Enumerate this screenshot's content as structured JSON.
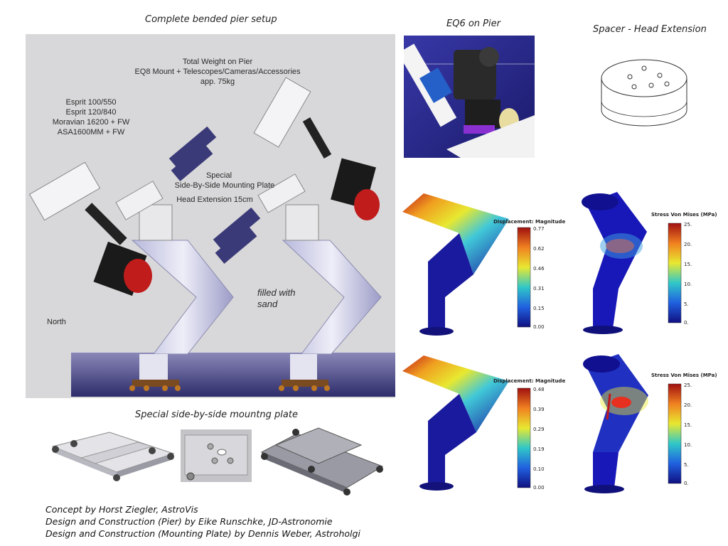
{
  "captions": {
    "main": "Complete bended pier setup",
    "eq6": "EQ6 on Pier",
    "spacer": "Spacer - Head Extension",
    "plate": "Special side-by-side mountng plate"
  },
  "main_labels": {
    "total_weight": "Total Weight on Pier",
    "mount_line": "EQ8 Mount + Telescopes/Cameras/Accessories",
    "weight": "app. 75kg",
    "telescope_1": "Esprit 100/550",
    "telescope_2": "Esprit 120/840",
    "camera_1": "Moravian 16200 + FW",
    "camera_2": "ASA1600MM + FW",
    "special": "Special",
    "sbs_plate": "Side-By-Side Mounting Plate",
    "head_ext": "Head Extension 15cm",
    "filled_1": "filled with",
    "filled_2": "sand",
    "north": "North"
  },
  "fea": {
    "disp_title": "Displacement: Magnitude (mm)",
    "stress_title": "Stress Von Mises (MPa)",
    "disp_ticks_top": [
      "0.77",
      "0.62",
      "0.46",
      "0.31",
      "0.15",
      "0.00"
    ],
    "disp_ticks_bottom": [
      "0.48",
      "0.39",
      "0.29",
      "0.19",
      "0.10",
      "0.00"
    ],
    "stress_ticks": [
      "25.",
      "20.",
      "15.",
      "10.",
      "5.",
      "0."
    ]
  },
  "credits": [
    "Concept by Horst Ziegler, AstroVis",
    "Design and Construction (Pier) by Eike Runschke, JD-Astronomie",
    "Design and Construction  (Mounting Plate) by Dennis Weber, Astroholgi"
  ],
  "colors": {
    "pier": "#d8d8ef",
    "panel_bg": "#d8d8da",
    "floor": "#3d3b78",
    "fea_hot": "#c01818",
    "fea_cold": "#1a1a9e"
  }
}
